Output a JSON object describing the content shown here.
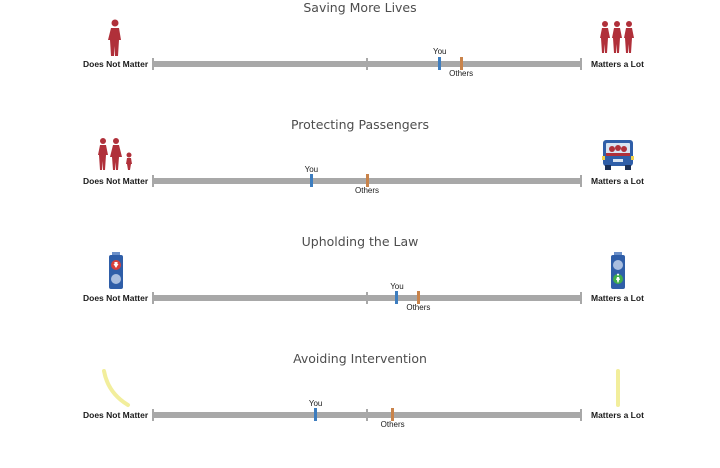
{
  "rows": [
    {
      "title": "Saving More Lives",
      "left_label": "Does Not Matter",
      "right_label": "Matters a Lot",
      "you_label": "You",
      "others_label": "Others",
      "you_value": 0.67,
      "others_value": 0.72,
      "left_icon": "single-pedestrian-icon",
      "right_icon": "pedestrian-group-icon"
    },
    {
      "title": "Protecting Passengers",
      "left_label": "Does Not Matter",
      "right_label": "Matters a Lot",
      "you_label": "You",
      "others_label": "Others",
      "you_value": 0.37,
      "others_value": 0.5,
      "left_icon": "family-pedestrians-icon",
      "right_icon": "passenger-car-icon"
    },
    {
      "title": "Upholding the Law",
      "left_label": "Does Not Matter",
      "right_label": "Matters a Lot",
      "you_label": "You",
      "others_label": "Others",
      "you_value": 0.57,
      "others_value": 0.62,
      "left_icon": "red-signal-icon",
      "right_icon": "green-signal-icon"
    },
    {
      "title": "Avoiding Intervention",
      "left_label": "Does Not Matter",
      "right_label": "Matters a Lot",
      "you_label": "You",
      "others_label": "Others",
      "you_value": 0.38,
      "others_value": 0.56,
      "left_icon": "swerve-path-icon",
      "right_icon": "straight-path-icon"
    }
  ],
  "colors": {
    "you": "#3d7dbf",
    "others": "#c9834a",
    "track": "#a8a8a8",
    "figure": "#b0303a"
  }
}
